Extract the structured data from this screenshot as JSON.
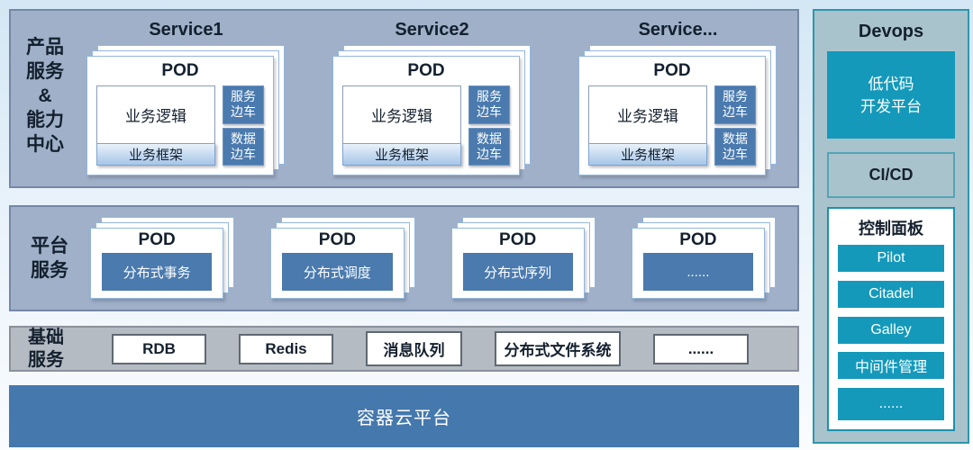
{
  "colors": {
    "steel_blue": "#4a7aae",
    "container_bar_blue": "#4578ad",
    "teal": "#1499bb",
    "band_blue": "#9fb0c8",
    "band_gray": "#b5bbc3",
    "devops_panel_bg": "#a9c3cc"
  },
  "product_band": {
    "label_lines": [
      "产品",
      "服务",
      "&",
      "能力",
      "中心"
    ],
    "services": [
      {
        "title": "Service1",
        "pod_title": "POD",
        "logic": "业务逻辑",
        "framework": "业务框架",
        "sidecars": [
          {
            "line1": "服务",
            "line2": "边车"
          },
          {
            "line1": "数据",
            "line2": "边车"
          }
        ]
      },
      {
        "title": "Service2",
        "pod_title": "POD",
        "logic": "业务逻辑",
        "framework": "业务框架",
        "sidecars": [
          {
            "line1": "服务",
            "line2": "边车"
          },
          {
            "line1": "数据",
            "line2": "边车"
          }
        ]
      },
      {
        "title": "Service...",
        "pod_title": "POD",
        "logic": "业务逻辑",
        "framework": "业务框架",
        "sidecars": [
          {
            "line1": "服务",
            "line2": "边车"
          },
          {
            "line1": "数据",
            "line2": "边车"
          }
        ]
      }
    ]
  },
  "platform_band": {
    "label_lines": [
      "平台",
      "服务"
    ],
    "pods": [
      {
        "title": "POD",
        "name": "分布式事务"
      },
      {
        "title": "POD",
        "name": "分布式调度"
      },
      {
        "title": "POD",
        "name": "分布式序列"
      },
      {
        "title": "POD",
        "name": "......"
      }
    ]
  },
  "infra_band": {
    "label_lines": [
      "基础",
      "服务"
    ],
    "items": [
      "RDB",
      "Redis",
      "消息队列",
      "分布式文件系统",
      "......"
    ]
  },
  "container_bar": {
    "label": "容器云平台"
  },
  "devops": {
    "title": "Devops",
    "lowcode": {
      "line1": "低代码",
      "line2": "开发平台"
    },
    "cicd_label": "CI/CD",
    "control_panel": {
      "title": "控制面板",
      "items": [
        "Pilot",
        "Citadel",
        "Galley",
        "中间件管理",
        "......"
      ]
    }
  }
}
